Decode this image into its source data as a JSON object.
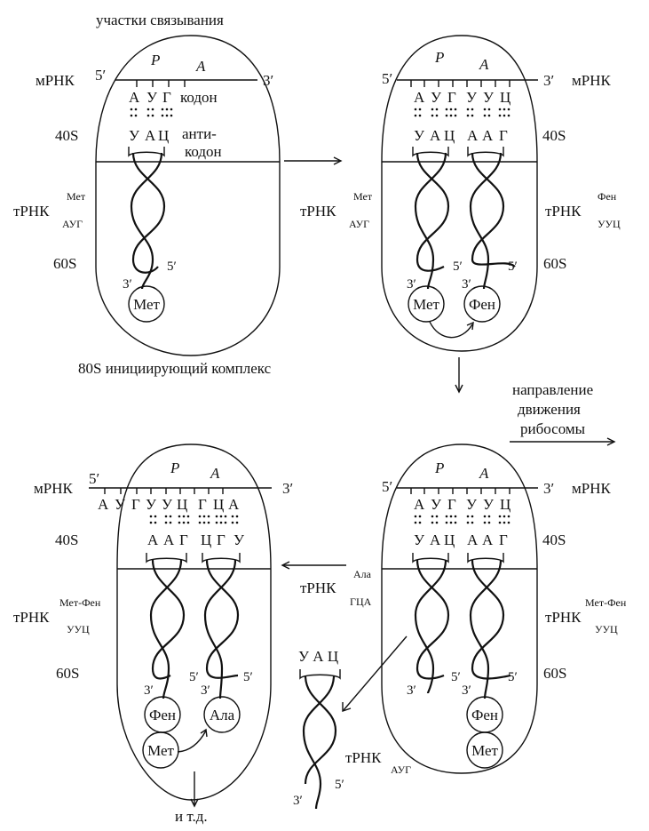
{
  "labels": {
    "binding_sites": "участки связывания",
    "mrna": "мРНК",
    "five_prime": "5′",
    "three_prime": "3′",
    "p_site": "P",
    "a_site": "A",
    "codon": "кодон",
    "anticodon_1": "анти-",
    "anticodon_2": "кодон",
    "small_subunit": "40S",
    "large_subunit": "60S",
    "complex_80s": "80S инициирующий комплекс",
    "direction_1": "направление",
    "direction_2": "движения",
    "direction_3": "рибосомы",
    "etc": "и т.д.",
    "trna": "тРНК"
  },
  "trna_labels": {
    "met_sup": "Мет",
    "aug_sub": "АУГ",
    "fen_sup": "Фен",
    "uuc_sub": "УУЦ",
    "metfen_sup": "Мет-Фен",
    "ala_sup": "Ала",
    "gca_sub": "ГЦА"
  },
  "amino_acids": {
    "met": "Мет",
    "fen": "Фен",
    "ala": "Ала"
  },
  "panel1": {
    "codon": [
      "А",
      "У",
      "Г"
    ],
    "anticodon": [
      "У",
      "А",
      "Ц"
    ]
  },
  "panel2": {
    "codon": [
      "А",
      "У",
      "Г",
      "У",
      "У",
      "Ц"
    ],
    "anticodon": [
      "У",
      "А",
      "Ц",
      "А",
      "А",
      "Г"
    ]
  },
  "panel3": {
    "codon": [
      "А",
      "У",
      "Г",
      "У",
      "У",
      "Ц",
      "Г",
      "Ц",
      "А"
    ],
    "anticodon": [
      "А",
      "А",
      "Г",
      "Ц",
      "Г",
      "У"
    ]
  },
  "panel4": {
    "codon": [
      "А",
      "У",
      "Г",
      "У",
      "У",
      "Ц"
    ],
    "anticodon": [
      "У",
      "А",
      "Ц",
      "А",
      "А",
      "Г"
    ]
  },
  "released_trna": {
    "anticodon": "У А Ц"
  }
}
